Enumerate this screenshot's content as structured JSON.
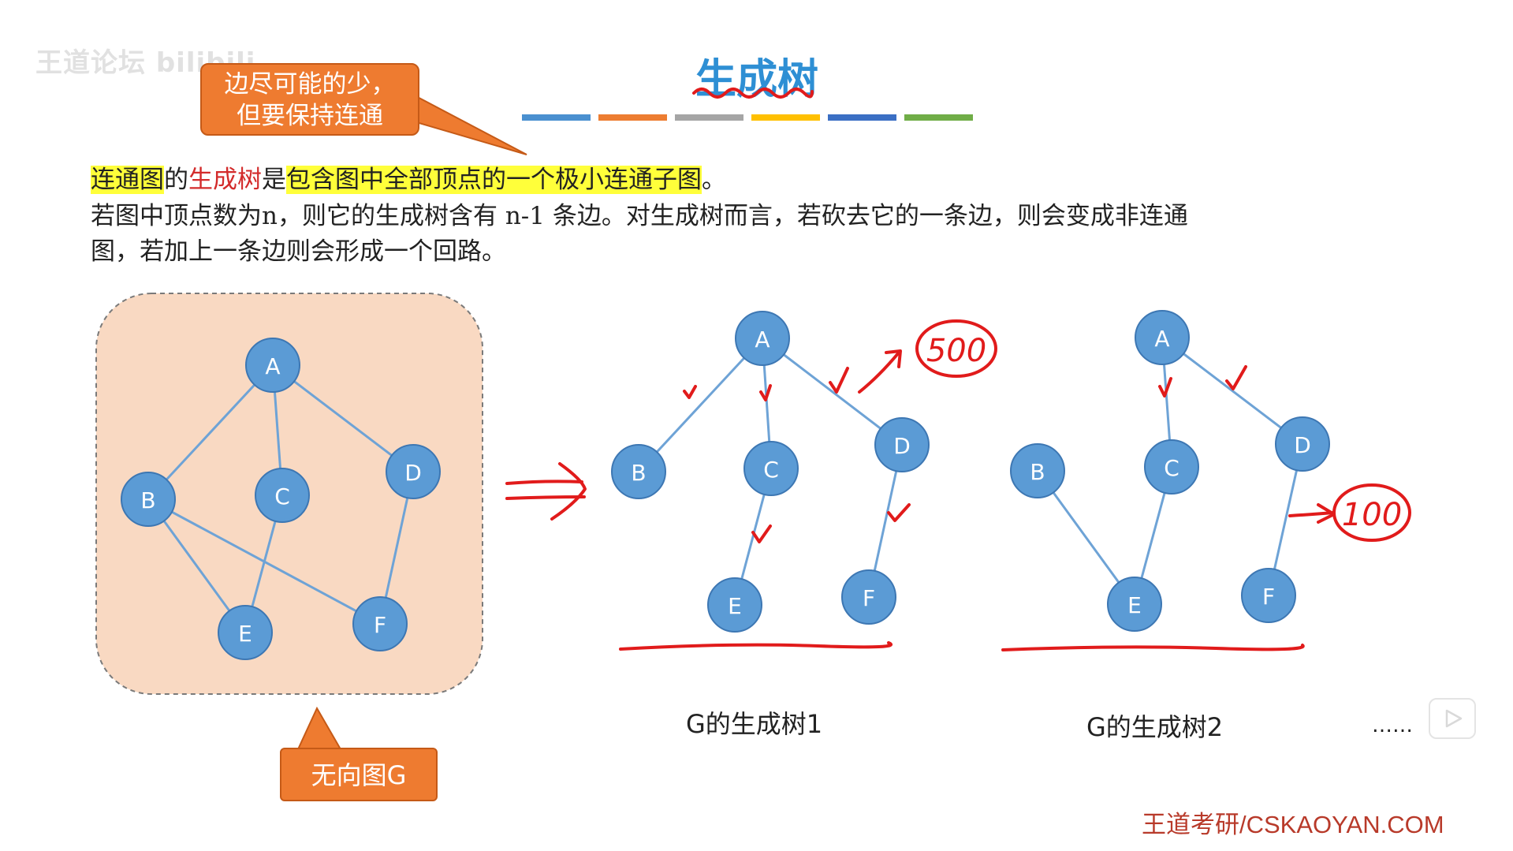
{
  "watermark": "王道论坛 bilibili",
  "title": "生成树",
  "title_stripe_colors": [
    "#4a90d0",
    "#ed7d31",
    "#a5a5a5",
    "#ffc000",
    "#3b6fc4",
    "#70ad47"
  ],
  "callout": {
    "line1": "边尽可能的少，",
    "line2": "但要保持连通"
  },
  "definition": {
    "part1": "连通图",
    "part2": "的",
    "part3": "生成树",
    "part4": "是",
    "part5": "包含图中全部顶点的一个极小连通子图",
    "part6": "。"
  },
  "paragraph": {
    "line1": "若图中顶点数为n，则它的生成树含有 n-1 条边。对生成树而言，若砍去它的一条边，则会变成非连通",
    "line2": "图，若加上一条边则会形成一个回路。"
  },
  "graph_label": "无向图G",
  "tree1_caption": "G的生成树1",
  "tree2_caption": "G的生成树2",
  "ellipsis": "……",
  "footer": "王道考研/CSKAOYAN.COM",
  "annotations": {
    "tree1_note": "500",
    "tree2_note": "100"
  },
  "vertices": {
    "A": "A",
    "B": "B",
    "C": "C",
    "D": "D",
    "E": "E",
    "F": "F"
  },
  "colors": {
    "node_fill": "#5b9bd5",
    "edge": "#6ea3d6",
    "ink": "#e11b1b",
    "graph_bg": "#f9d9c2"
  },
  "icons": {
    "play": "play-icon"
  }
}
